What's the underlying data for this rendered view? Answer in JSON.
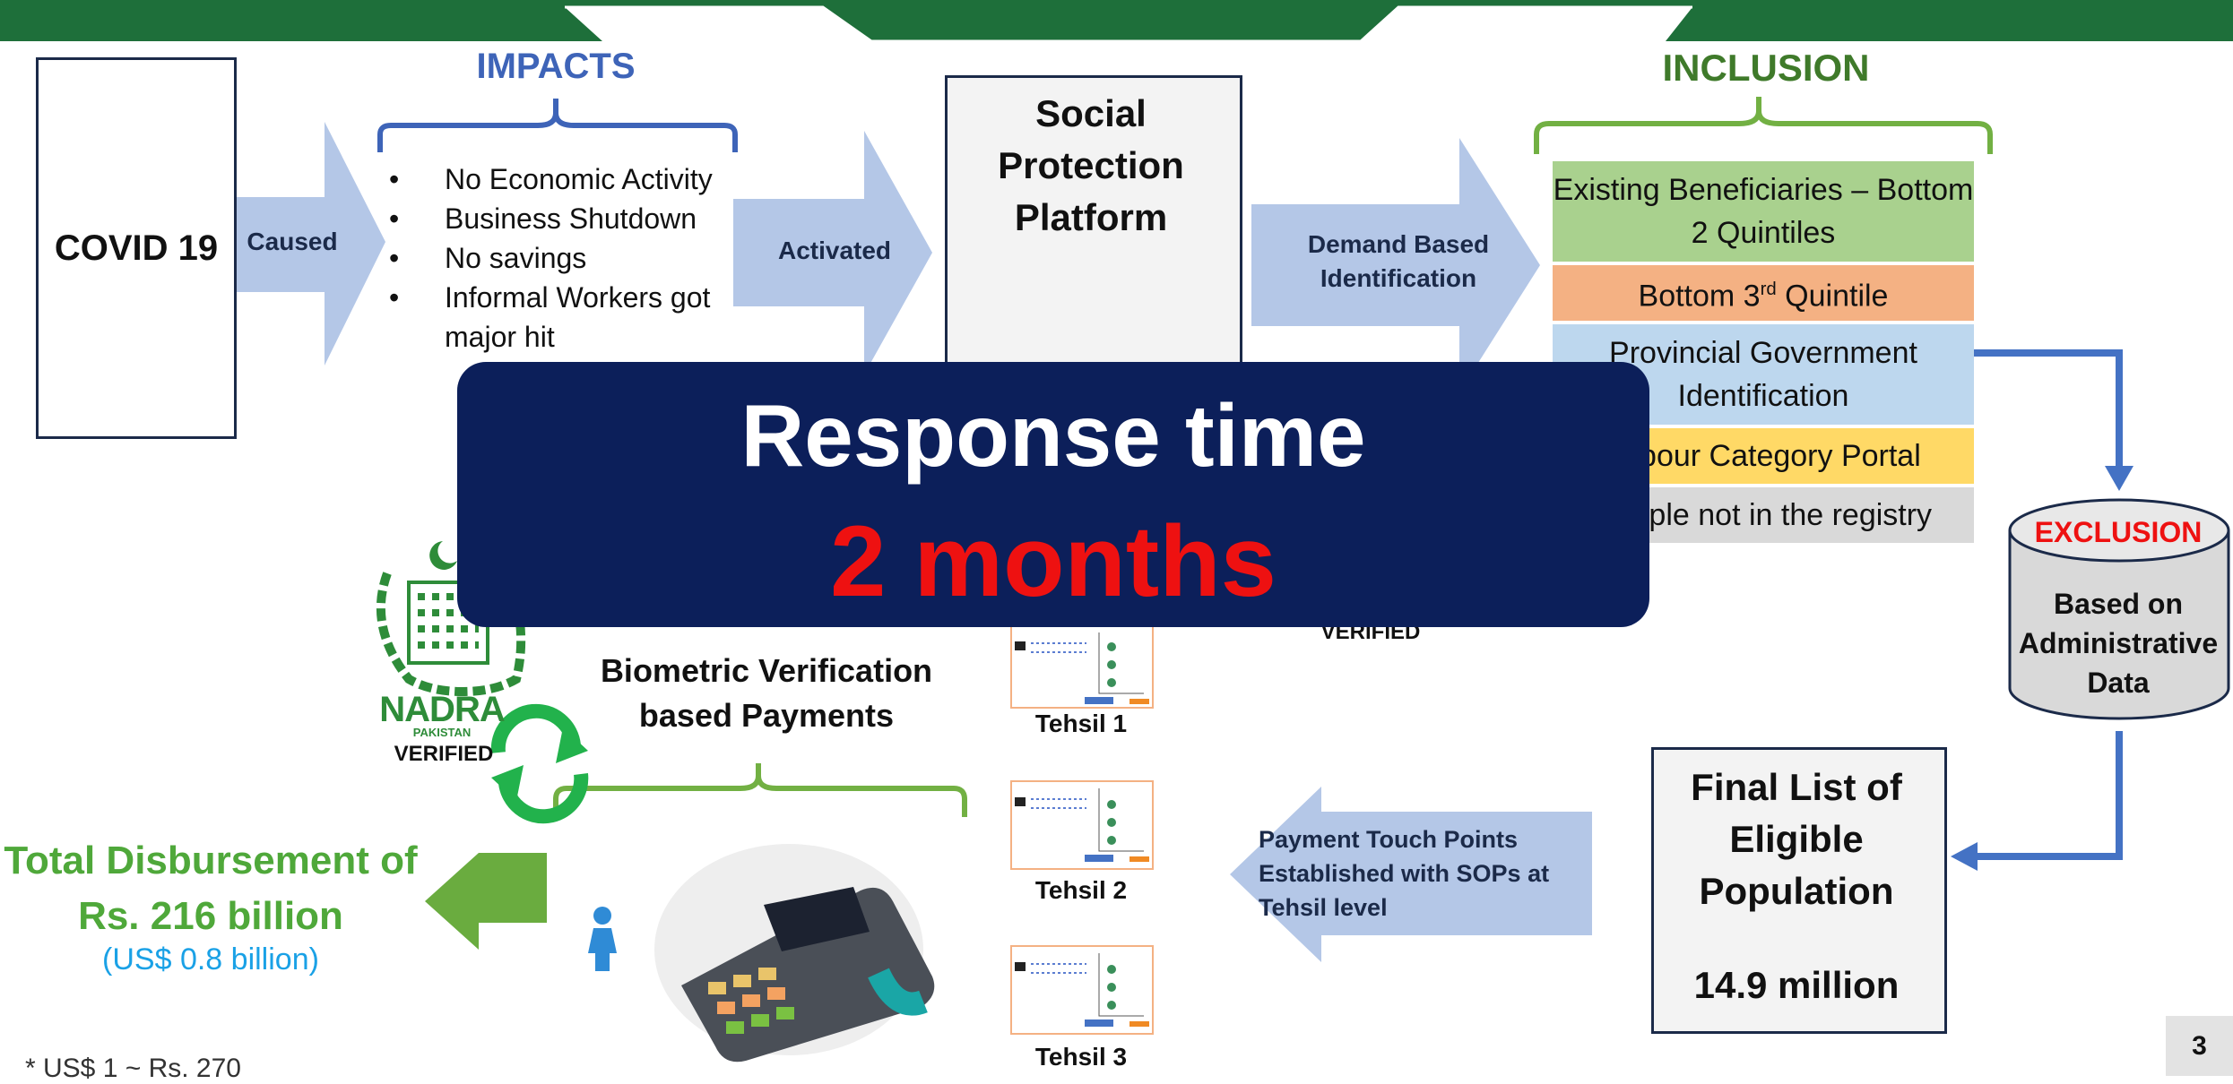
{
  "colors": {
    "header_green": "#1e6f3a",
    "arrow_blue": "#b4c7e7",
    "impact_blue": "#3e64b8",
    "inclusion_green": "#3f7a2a",
    "overlay_navy": "#0c1f5a",
    "highlight_red": "#ee1111",
    "total_green": "#4fa83a",
    "usd_blue": "#1aa1e6"
  },
  "covid": {
    "label": "COVID 19"
  },
  "arrows": {
    "caused": "Caused",
    "activated": "Activated",
    "demand": "Demand Based Identification",
    "payment": "Payment Touch Points Established with SOPs at Tehsil level"
  },
  "impacts": {
    "title": "IMPACTS",
    "items": [
      "No Economic Activity",
      "Business Shutdown",
      "No savings",
      "Informal Workers got major hit"
    ]
  },
  "platform": {
    "title": "Social Protection Platform"
  },
  "inclusion": {
    "title": "INCLUSION",
    "rows": [
      {
        "label": "Existing Beneficiaries – Bottom 2 Quintiles",
        "color": "#a9d18e"
      },
      {
        "label": "Bottom 3rd Quintile",
        "color": "#f4b183"
      },
      {
        "label": "Provincial Government Identification",
        "color": "#bdd7ee"
      },
      {
        "label": "Labour Category Portal",
        "color": "#ffd966"
      },
      {
        "label": "People not in the registry",
        "color": "#d9d9d9"
      }
    ]
  },
  "exclusion": {
    "title": "EXCLUSION",
    "body": "Based on Administrative Data"
  },
  "final_list": {
    "title": "Final List of Eligible Population",
    "value": "14.9 million"
  },
  "biometric": {
    "title": "Biometric Verification based Payments"
  },
  "tehsils": [
    "Tehsil 1",
    "Tehsil 2",
    "Tehsil 3"
  ],
  "nadra": {
    "name": "NADRA",
    "country": "PAKISTAN",
    "verified": "VERIFIED",
    "verified_mid": "VERIFIED"
  },
  "total": {
    "title": "Total Disbursement of Rs. 216 billion",
    "usd": "(US$ 0.8 billion)"
  },
  "footnote": "* US$ 1 ~ Rs. 270",
  "overlay": {
    "title": "Response time",
    "value": "2 months"
  },
  "page_number": "3"
}
